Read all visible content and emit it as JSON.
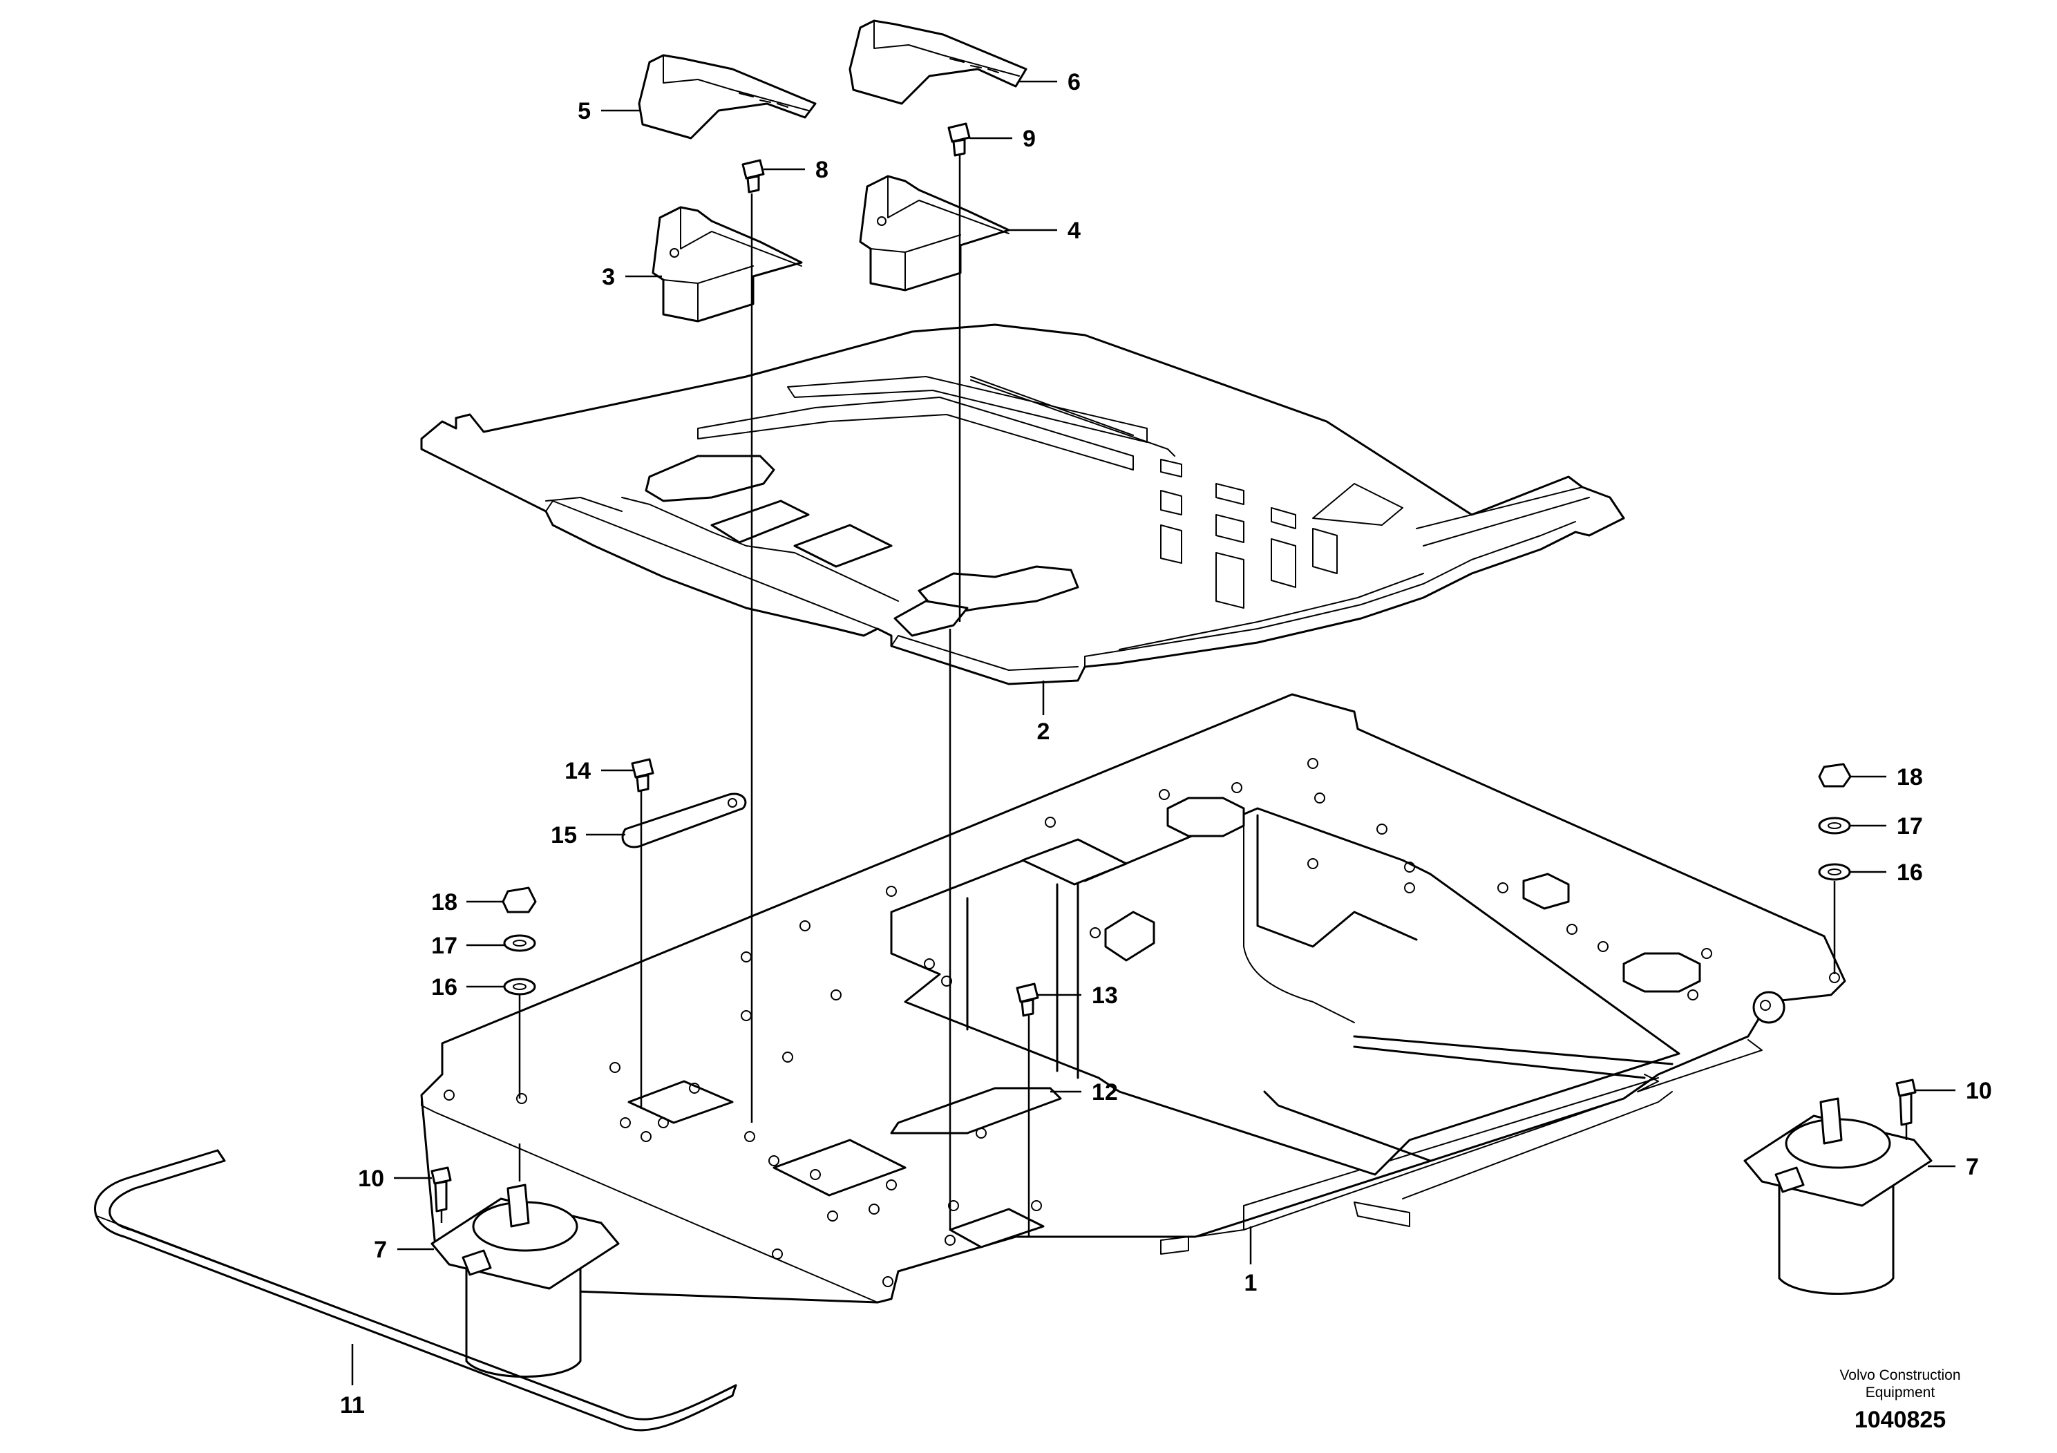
{
  "diagram": {
    "callouts": [
      {
        "id": "c1",
        "label": "1"
      },
      {
        "id": "c2",
        "label": "2"
      },
      {
        "id": "c3",
        "label": "3"
      },
      {
        "id": "c4",
        "label": "4"
      },
      {
        "id": "c5",
        "label": "5"
      },
      {
        "id": "c6",
        "label": "6"
      },
      {
        "id": "c7a",
        "label": "7"
      },
      {
        "id": "c7b",
        "label": "7"
      },
      {
        "id": "c8",
        "label": "8"
      },
      {
        "id": "c9",
        "label": "9"
      },
      {
        "id": "c10a",
        "label": "10"
      },
      {
        "id": "c10b",
        "label": "10"
      },
      {
        "id": "c11",
        "label": "11"
      },
      {
        "id": "c12",
        "label": "12"
      },
      {
        "id": "c13",
        "label": "13"
      },
      {
        "id": "c14",
        "label": "14"
      },
      {
        "id": "c15",
        "label": "15"
      },
      {
        "id": "c16a",
        "label": "16"
      },
      {
        "id": "c16b",
        "label": "16"
      },
      {
        "id": "c17a",
        "label": "17"
      },
      {
        "id": "c17b",
        "label": "17"
      },
      {
        "id": "c18a",
        "label": "18"
      },
      {
        "id": "c18b",
        "label": "18"
      }
    ]
  },
  "footer": {
    "manufacturer_line1": "Volvo Construction",
    "manufacturer_line2": "Equipment",
    "document_number": "1040825"
  }
}
